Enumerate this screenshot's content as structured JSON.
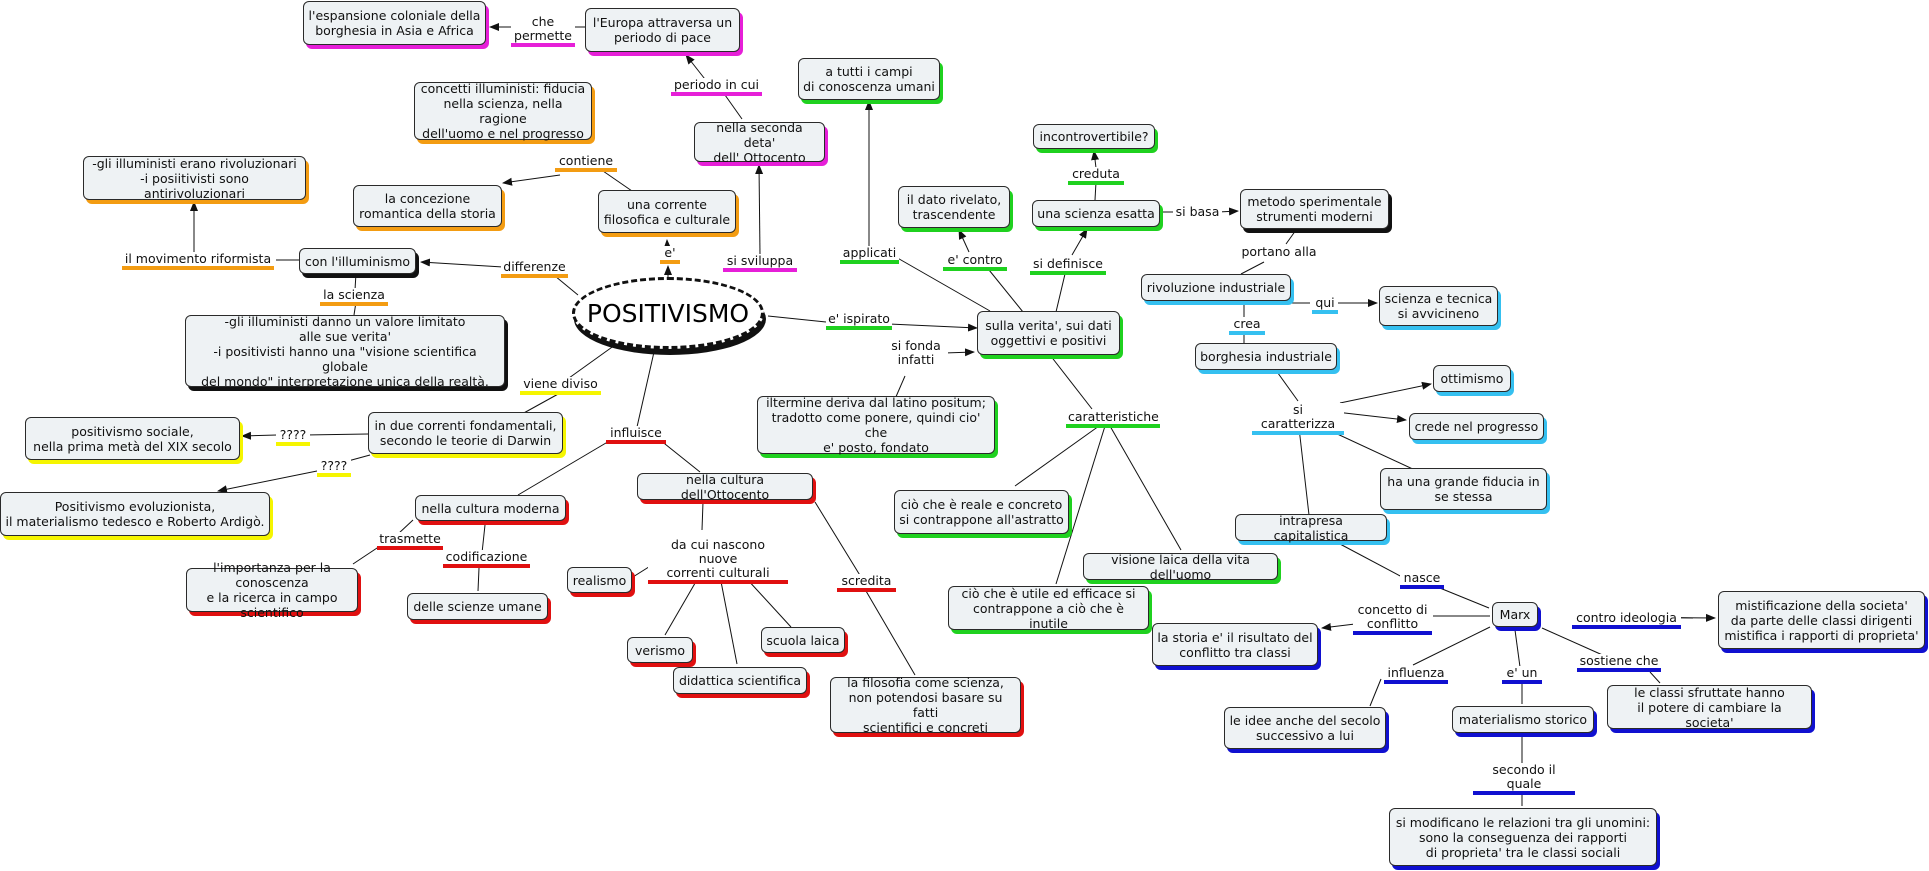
{
  "central": "POSITIVISMO",
  "colors": {
    "orange": "#f39c12",
    "magenta": "#e61fd8",
    "green": "#1fd11f",
    "red": "#e01010",
    "yellow": "#f5f500",
    "cyan": "#35c0f0",
    "blue": "#1010d0",
    "black": "#111111"
  },
  "nodes": {
    "espansione": "l'espansione coloniale della\nborghesia in Asia e Africa",
    "europa_pace": "l'Europa attraversa un\nperiodo di pace",
    "a_tutti": "a tutti i campi\ndi conoscenza umani",
    "concetti_illuministi": "concetti illuministi: fiducia\nnella scienza, nella ragione\ndell'uomo e nel progresso",
    "seconda_meta": "nella seconda deta'\ndell' Ottocento",
    "incontrovertibile": "incontrovertibile?",
    "illuministi_rivoluzionari": "-gli illuministi erano rivoluzionari\n-i posiitivisti sono antirivoluzionari",
    "concezione_romantica": "la concezione\nromantica della storia",
    "corrente_filosofica": "una corrente\nfilosofica e culturale",
    "dato_rivelato": "il dato rivelato,\ntrascendente",
    "scienza_esatta": "una scienza esatta",
    "metodo_sperimentale": "metodo sperimentale\nstrumenti moderni",
    "con_illuminismo": "con l'illuminismo",
    "rivoluzione_industriale": "rivoluzione industriale",
    "scienza_tecnica": "scienza e tecnica\nsi avvicineno",
    "illuministi_valore": "-gli illuministi danno un valore limitato\nalle sue verita'\n-i positivisti hanno una \"visione scientifica globale\ndel mondo\" interpretazione unica  della realtà.",
    "sulla_verita": "sulla verita', sui dati\noggettivi e positivi",
    "borghesia_industriale": "borghesia industriale",
    "ottimismo": "ottimismo",
    "crede_progresso": "crede nel progresso",
    "positivismo_sociale": "positivismo sociale,\nnella prima metà del XIX secolo",
    "due_correnti": "in due correnti fondamentali,\nsecondo le teorie di Darwin",
    "termine_deriva": "iltermine deriva dal latino positum;\ntradotto come ponere, quindi cio' che\ne' posto, fondato",
    "grande_fiducia": "ha una grande fiducia in\nse stessa",
    "cultura_ottocento": "nella cultura dell'Ottocento",
    "positivismo_evoluzionista": "Positivismo evoluzionista,\nil materialismo tedesco e Roberto Ardigò.",
    "cultura_moderna": "nella cultura moderna",
    "reale_concreto": "ciò che è reale e concreto\nsi contrappone all'astratto",
    "intrapresa_capitalistica": "intrapresa capitalistica",
    "visione_laica": "visione laica della vita dell'uomo",
    "importanza_conoscenza": "l'importanza per la conoscenza\ne la ricerca in campo scientifico",
    "realismo": "realismo",
    "utile_efficace": "ciò che è utile ed efficace si\ncontrappone a ciò che è inutile",
    "scienze_umane": "delle scienze umane",
    "marx": "Marx",
    "mistificazione": "mistificazione della societa'\nda parte delle classi dirigenti\nmistifica i rapporti di proprieta'",
    "storia_conflitto": "la storia e' il risultato del\nconflitto tra classi",
    "scuola_laica": "scuola laica",
    "verismo": "verismo",
    "didattica_scientifica": "didattica scientifica",
    "filosofia_scienza": "la filosofia come scienza,\nnon potendosi basare su fatti\nscientifici e concreti",
    "classi_sfruttate": "le classi sfruttate hanno\nil potere di cambiare la societa'",
    "idee_secolo": "le idee anche del secolo\nsuccessivo a lui",
    "materialismo_storico": "materialismo storico",
    "relazioni_uomini": "si modificano le relazioni tra gli unomini:\nsono la conseguenza dei rapporti\ndi proprieta' tra le classi sociali"
  },
  "links": {
    "che_permette": "che\npermette",
    "periodo_in_cui": "periodo in cui",
    "contiene": "contiene",
    "il_movimento_riformista": "il movimento riformista",
    "differenze": "differenze",
    "la_scienza": "la scienza",
    "e": "e'",
    "si_sviluppa": "si sviluppa",
    "applicati": "applicati",
    "e_contro": "e' contro",
    "si_definisce": "si definisce",
    "creduta": "creduta",
    "si_basa": "si basa",
    "portano_alla": "portano alla",
    "qui": "qui",
    "crea": "crea",
    "e_ispirato": "e' ispirato",
    "si_fonda_infatti": "si fonda\ninfatti",
    "si_caratterizza": "si caratterizza",
    "viene_diviso": "viene diviso",
    "q1": "????",
    "q2": "????",
    "influisce": "influisce",
    "caratteristiche": "caratteristiche",
    "trasmette": "trasmette",
    "codificazione": "codificazione",
    "da_cui_nascono": "da cui nascono nuove\ncorrenti culturali",
    "scredita": "scredita",
    "nasce": "nasce",
    "concetto_di_conflitto": "concetto di\nconflitto",
    "contro_ideologia": "contro ideologia",
    "influenza": "influenza",
    "e_un": "e' un",
    "sostiene_che": "sostiene che",
    "secondo_il_quale": "secondo il quale"
  }
}
